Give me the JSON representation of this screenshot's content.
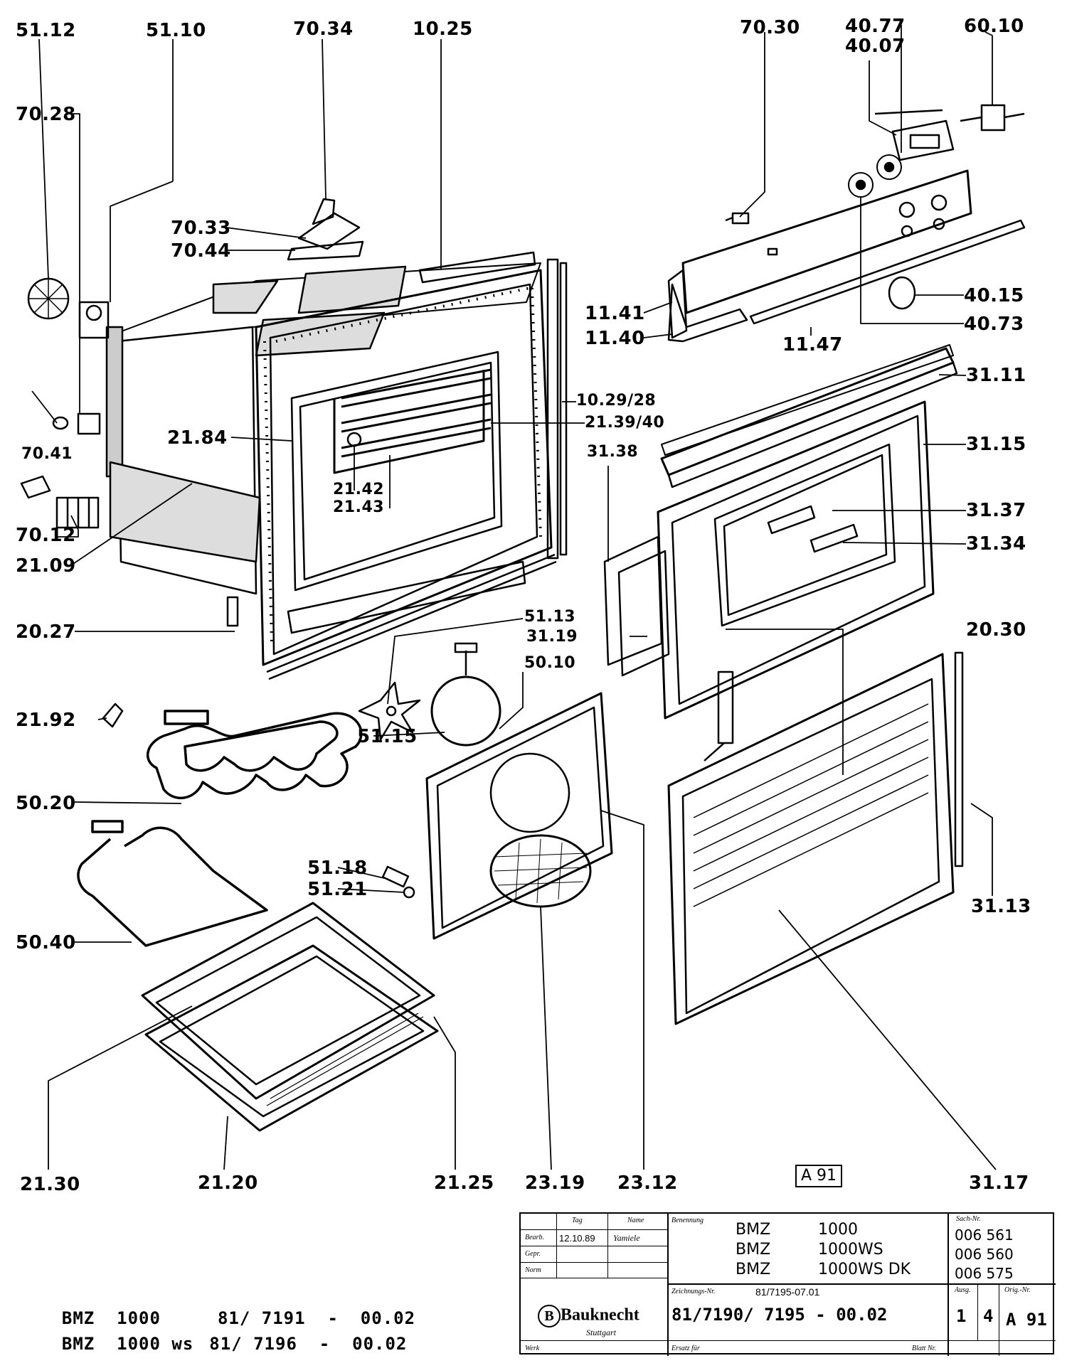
{
  "part_labels": {
    "l5112": "51.12",
    "l5110": "51.10",
    "l7034": "70.34",
    "l1025": "10.25",
    "l7030": "70.30",
    "l4077": "40.77",
    "l4007": "40.07",
    "l6010": "60.10",
    "l7033": "70.33",
    "l7044": "70.44",
    "l1141": "11.41",
    "l1140": "11.40",
    "l4015": "40.15",
    "l4073": "40.73",
    "l1147": "11.47",
    "l7028": "70.28",
    "l3111": "31.11",
    "l1029": "10.29/28",
    "l2139": "21.39/40",
    "l2184": "21.84",
    "l3115": "31.15",
    "l7041": "70.41",
    "l2142": "21.42",
    "l2143": "21.43",
    "l3138": "31.38",
    "l3137": "31.37",
    "l7012": "70.12",
    "l3134": "31.34",
    "l2109": "21.09",
    "l2027": "20.27",
    "l5113": "51.13",
    "l3119": "31.19",
    "l2030": "20.30",
    "l5010": "50.10",
    "l2192": "21.92",
    "l5115": "51.15",
    "l5020": "50.20",
    "l5118": "51.18",
    "l5121": "51.21",
    "l3113": "31.13",
    "l5040": "50.40",
    "l2130": "21.30",
    "l2120": "21.20",
    "l2125": "21.25",
    "l2319": "23.19",
    "l2312": "23.12",
    "l3117": "31.17"
  },
  "sheet_mark": "A 91",
  "models": [
    {
      "name": "BMZ  1000",
      "number": "81/ 7191  -  00.02"
    },
    {
      "name": "BMZ  1000 ws",
      "number": "81/ 7196  -  00.02"
    }
  ],
  "title_block": {
    "col_tag": "Tag",
    "col_name": "Name",
    "row_bearb": "Bearb.",
    "row_gepr": "Gepr.",
    "row_norm": "Norm",
    "date": "12.10.89",
    "drawn_by": "Yamiele",
    "benennung_label": "Benennung",
    "names": [
      {
        "code": "BMZ",
        "model": "1000",
        "sach": "006 561"
      },
      {
        "code": "BMZ",
        "model": "1000WS",
        "sach": "006 560"
      },
      {
        "code": "BMZ",
        "model": "1000WS DK",
        "sach": "006 575"
      }
    ],
    "sach_label": "Sach-Nr.",
    "drawing_no_label": "Zeichnungs-Nr.",
    "drawing_ref": "81/7195-07.01",
    "drawing_no": "81/7190/ 7195  -  00.02",
    "ausg_label": "Ausg.",
    "ausg_value": "1",
    "blatt_value": "4",
    "orig_label": "Orig.-Nr.",
    "orig_value": "A 91",
    "company": "Bauknecht",
    "city": "Stuttgart",
    "werk_label": "Werk",
    "ersatz_label": "Ersatz für",
    "blatt_label": "Blatt Nr."
  }
}
